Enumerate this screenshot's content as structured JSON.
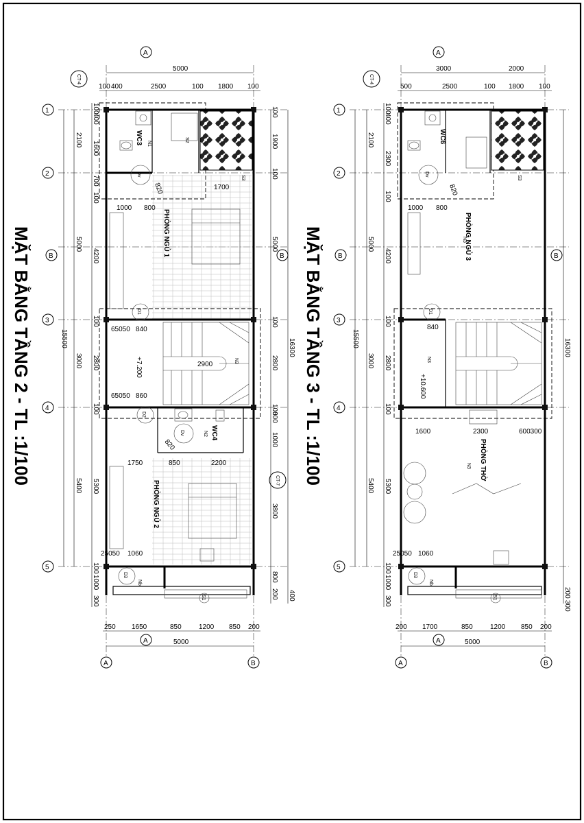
{
  "plans": [
    {
      "title": "MẶT BẰNG TẦNG 2 - TL :1/100",
      "axes_h": [
        "1",
        "2",
        "B",
        "3",
        "4",
        "5"
      ],
      "axes_v": [
        "A",
        "B"
      ],
      "axis_top": "A",
      "axis_bottom": "A",
      "section_marks": [
        "CT-4",
        "CT-7"
      ],
      "dims_top_total": "5000",
      "dims_top": [
        "100",
        "400",
        "2500",
        "100",
        "1800",
        "100"
      ],
      "dims_bottom": [
        "250",
        "1650",
        "850",
        "1200",
        "850",
        "200"
      ],
      "dims_bottom_total": "5000",
      "dims_left_outer": [
        "2100",
        "5000",
        "15500",
        "3000",
        "5400"
      ],
      "dims_left_inner": [
        "100",
        "400",
        "1600",
        "700",
        "100",
        "4200",
        "100",
        "2800",
        "100",
        "5300",
        "100",
        "1000",
        "300"
      ],
      "dims_right_outer": [
        "5000",
        "16300"
      ],
      "dims_right_inner": [
        "100",
        "1900",
        "100",
        "100",
        "2800",
        "100",
        "600",
        "1000",
        "3800",
        "800",
        "200",
        "400"
      ],
      "interior_dims": [
        "1000",
        "800",
        "820",
        "1700",
        "65050",
        "840",
        "2900",
        "65050",
        "860",
        "1750",
        "850",
        "2200",
        "820",
        "25050",
        "1060"
      ],
      "rooms": [
        "PHÒNG NGỦ 1",
        "PHÒNG NGỦ 2",
        "WC3",
        "WC4"
      ],
      "tags": [
        "D1",
        "D2",
        "D3",
        "Dv",
        "Dv",
        "S1",
        "S2",
        "S3",
        "N1",
        "N2",
        "N3",
        "Nb"
      ],
      "level": "+7.200"
    },
    {
      "title": "MẶT BẰNG TẦNG 3 - TL :1/100",
      "axes_h": [
        "1",
        "2",
        "B",
        "3",
        "4",
        "5"
      ],
      "axes_v": [
        "A",
        "B"
      ],
      "axis_top": "A",
      "axis_bottom": "A",
      "section_marks": [
        "CT-4"
      ],
      "dims_top": [
        "3000",
        "2000",
        "500",
        "2500",
        "100",
        "1800",
        "100"
      ],
      "dims_bottom": [
        "200",
        "1700",
        "850",
        "1200",
        "850",
        "200"
      ],
      "dims_bottom_total": "5000",
      "dims_left_outer": [
        "2100",
        "5000",
        "15500",
        "3000",
        "5400"
      ],
      "dims_left_inner": [
        "100",
        "400",
        "2300",
        "100",
        "4200",
        "100",
        "2800",
        "100",
        "5300",
        "100",
        "1000",
        "300"
      ],
      "dims_right_outer": [
        "16300"
      ],
      "dims_right_inner": [
        "200",
        "300"
      ],
      "interior_dims": [
        "1000",
        "800",
        "820",
        "840",
        "1600",
        "2300",
        "600300",
        "25050",
        "1060"
      ],
      "rooms": [
        "PHÒNG NGỦ 3",
        "PHÒNG THỜ",
        "WC6"
      ],
      "tags": [
        "D1",
        "D3",
        "Dv",
        "S1",
        "S3",
        "N3",
        "N3",
        "N3",
        "Nb"
      ],
      "level": "+10.600"
    }
  ]
}
